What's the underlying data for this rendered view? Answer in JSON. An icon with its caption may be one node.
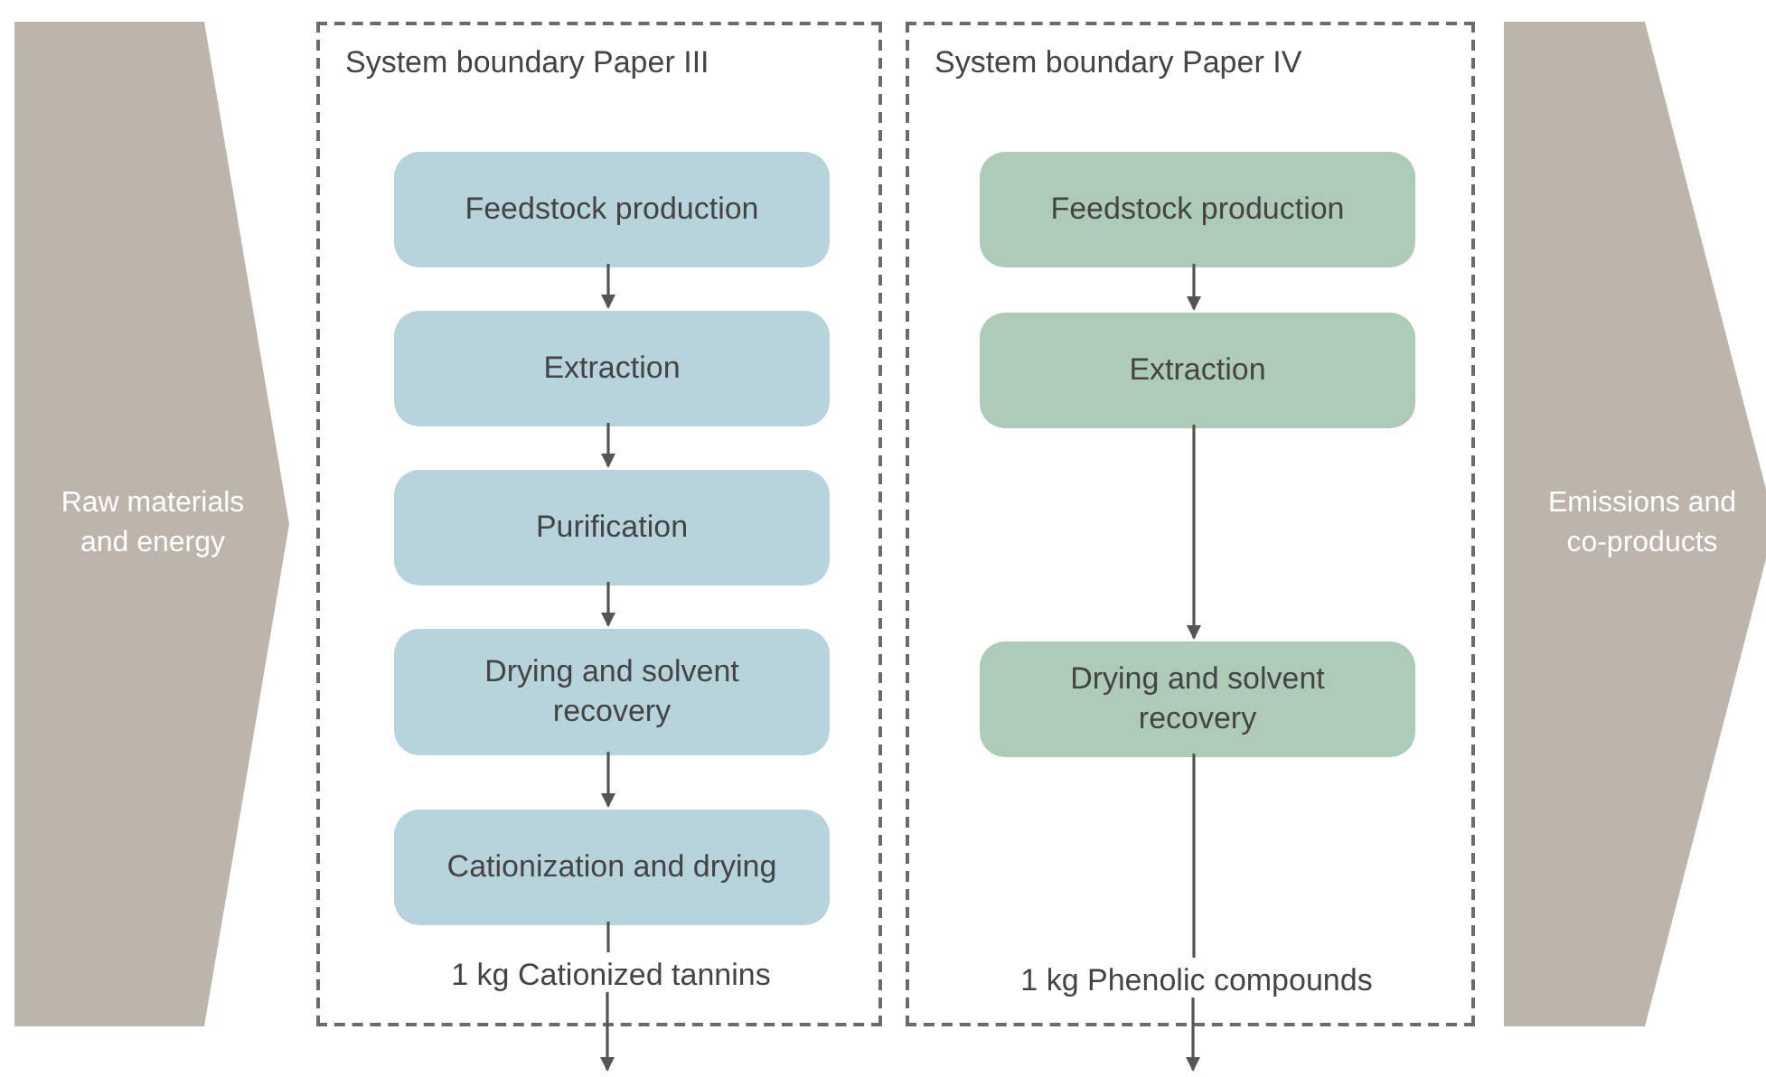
{
  "diagram": {
    "nodes": [
      {
        "text": [
          "Raw materials and energy"
        ]
      },
      {
        "text": [
          "System boundary Paper III"
        ]
      },
      {
        "text": [
          "Feedstock production"
        ],
        "in": 1
      },
      {
        "text": [
          "Extraction"
        ],
        "in": 1
      },
      {
        "text": [
          "Purification"
        ],
        "in": 1
      },
      {
        "text": [
          "Drying and solvent recovery"
        ],
        "in": 1
      },
      {
        "text": [
          "Cationization and drying"
        ],
        "in": 1
      },
      {
        "text": [
          "1 kg Cationized tannins"
        ],
        "in": 1
      },
      {
        "text": [
          "System boundary Paper IV"
        ]
      },
      {
        "text": [
          "Feedstock production"
        ],
        "in": 8
      },
      {
        "text": [
          "Extraction"
        ],
        "in": 8
      },
      {
        "text": [
          "Drying and solvent recovery"
        ],
        "in": 8
      },
      {
        "text": [
          "1 kg Phenolic compounds"
        ],
        "in": 8
      },
      {
        "text": [
          "Emissions and co-products"
        ]
      }
    ],
    "edges": [
      {
        "from": 2,
        "to": 3,
        "arrow": "to"
      },
      {
        "from": 3,
        "to": 4,
        "arrow": "to"
      },
      {
        "from": 4,
        "to": 5,
        "arrow": "to"
      },
      {
        "from": 5,
        "to": 6,
        "arrow": "to"
      },
      {
        "from": 6,
        "to": 7,
        "arrow": "none"
      },
      {
        "from": 7,
        "to": null,
        "arrow": "to"
      },
      {
        "from": 9,
        "to": 10,
        "arrow": "to"
      },
      {
        "from": 10,
        "to": 11,
        "arrow": "to"
      },
      {
        "from": 11,
        "to": 12,
        "arrow": "none"
      },
      {
        "from": 12,
        "to": null,
        "arrow": "to"
      }
    ]
  }
}
